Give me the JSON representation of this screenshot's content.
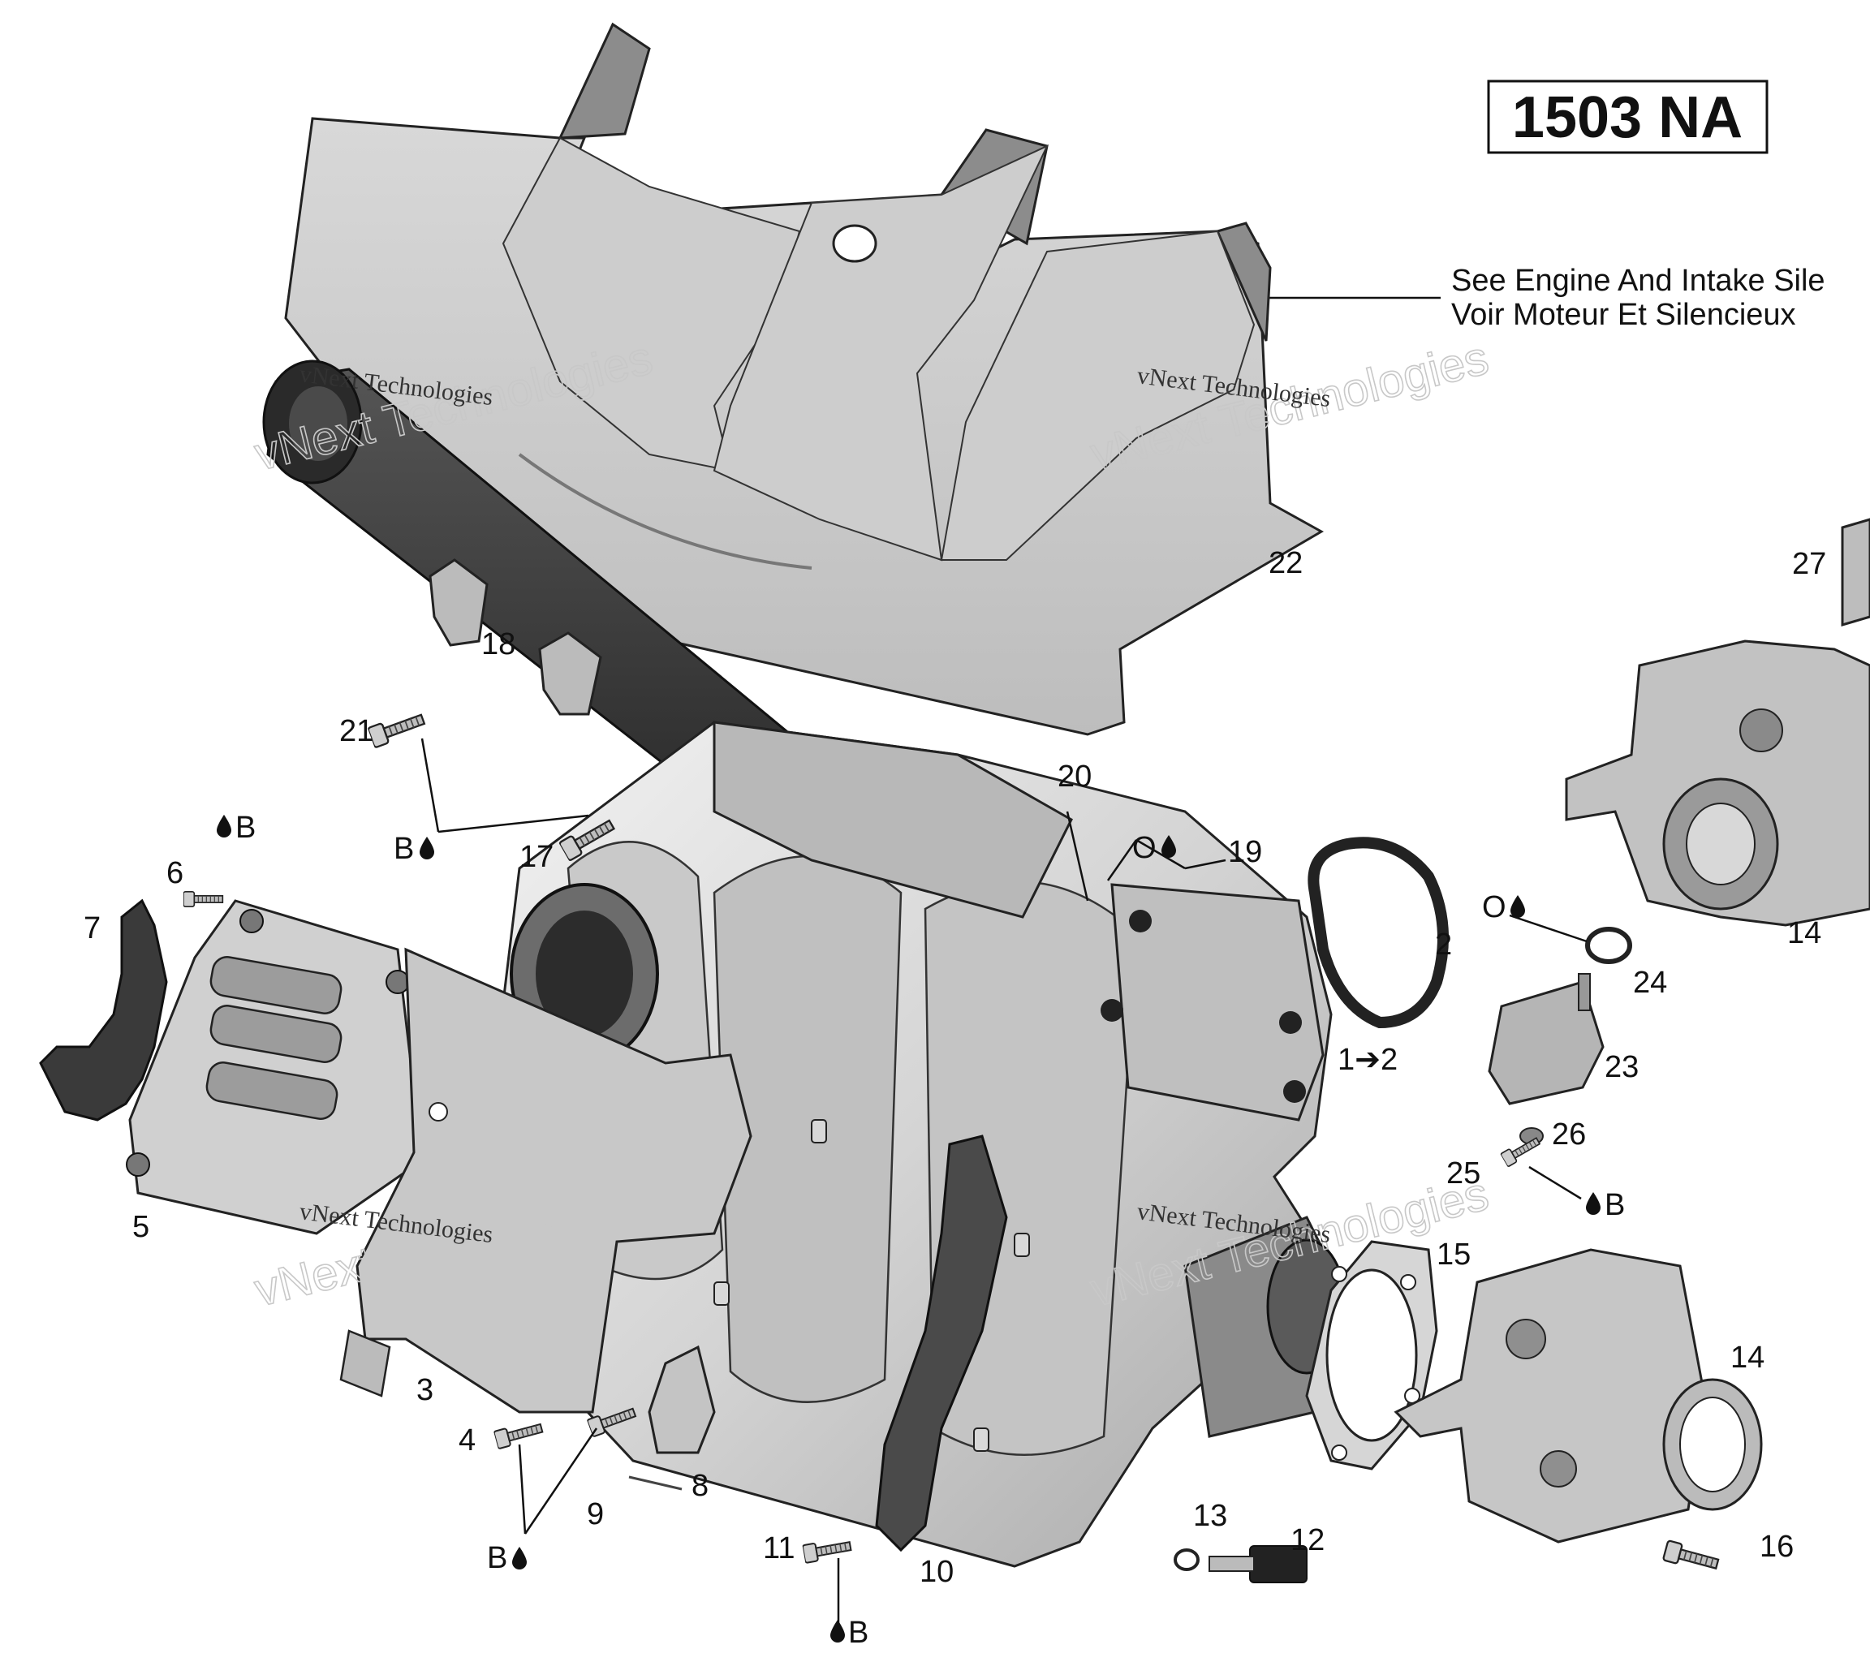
{
  "title": "1503 NA",
  "reference_note": {
    "line1": "See Engine And Intake Sile",
    "line2": "Voir Moteur Et Silencieux"
  },
  "watermark": {
    "line1": "vNext Technologies",
    "outline": "vNext Technologies"
  },
  "callouts": {
    "c1to2": "1➔2",
    "c2": "2",
    "c3": "3",
    "c4": "4",
    "c5": "5",
    "c6": "6",
    "c7": "7",
    "c8": "8",
    "c9": "9",
    "c10": "10",
    "c11": "11",
    "c12": "12",
    "c13": "13",
    "c14a": "14",
    "c14b": "14",
    "c15": "15",
    "c16": "16",
    "c17": "17",
    "c18": "18",
    "c19": "19",
    "c20": "20",
    "c21": "21",
    "c22": "22",
    "c23": "23",
    "c24": "24",
    "c25": "25",
    "c26": "26",
    "c27": "27"
  },
  "lubricant_labels": {
    "b1": "B",
    "b2": "B",
    "b3": "B",
    "b4": "B",
    "b5": "B",
    "o1": "O",
    "o2": "O"
  },
  "icons": [
    "drop-icon"
  ]
}
